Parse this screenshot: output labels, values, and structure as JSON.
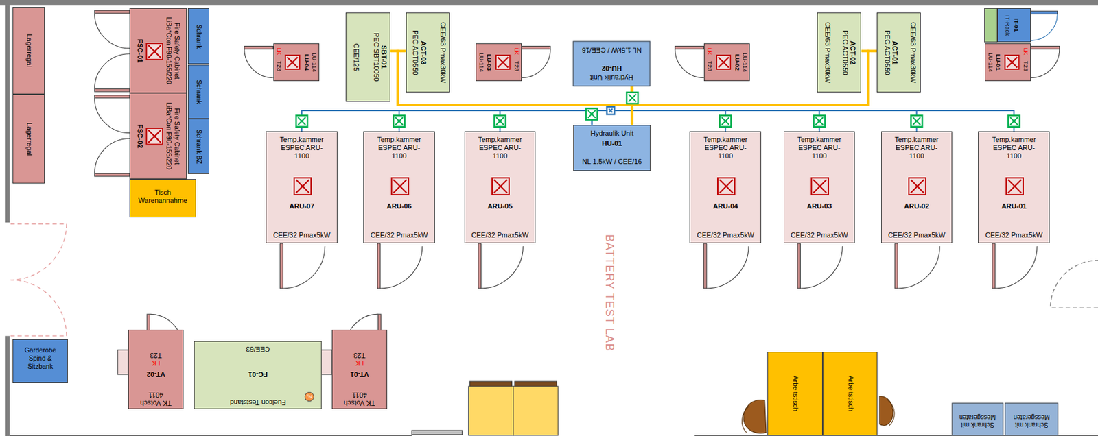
{
  "diagram": {
    "nodes": [
      {
        "text": [
          "Lagerregal"
        ]
      },
      {
        "text": [
          "Lagerregal"
        ]
      },
      {
        "text": [
          "Fire Safety Cabinet LiBa*Con F90-155/220",
          "FSC-01"
        ]
      },
      {
        "text": [
          "Schrank"
        ]
      },
      {
        "text": [
          "Schrank"
        ]
      },
      {
        "text": [
          "Schrank BZ"
        ]
      },
      {
        "text": [
          "Fire Safety Cabinet LiBa*Con F90-155/220",
          "FSC-02"
        ]
      },
      {
        "text": [
          "Tisch Warenannahme"
        ]
      },
      {
        "text": [
          "LU-114",
          "LU-04",
          "T23",
          "LK"
        ]
      },
      {
        "text": [
          "PEC SBT10050",
          "SBT-01",
          "CEE/125"
        ]
      },
      {
        "text": [
          "PEC ACT0550",
          "ACT-03",
          "CEE/63 Pmax30kW"
        ]
      },
      {
        "text": [
          "LU-114",
          "LU-03",
          "T23",
          "LK"
        ]
      },
      {
        "text": [
          "Hydraulik Unit",
          "HU-02",
          "NL 1.5kW / CEE/16"
        ]
      },
      {
        "text": [
          "Hydraulik Unit",
          "HU-01",
          "NL 1.5kW / CEE/16"
        ]
      },
      {
        "text": [
          "LU-114",
          "LU-02",
          "T23",
          "LK"
        ]
      },
      {
        "text": [
          "CEE/63 Pmax30kW",
          "PEC ACT0550",
          "ACT-02"
        ]
      },
      {
        "text": [
          "PEC ACT0550",
          "ACT-01",
          "CEE/63 Pmax30kW"
        ]
      },
      {
        "text": [
          "IT-Rack",
          "IT-01"
        ]
      },
      {
        "text": [
          "LU-114",
          "LU-01",
          "T23",
          "LK"
        ]
      },
      {
        "text": [
          "Temp.kammer ESPEC ARU-1100",
          "ARU-07",
          "CEE/32 Pmax5kW"
        ]
      },
      {
        "text": [
          "Temp.kammer ESPEC ARU-1100",
          "ARU-06",
          "CEE/32 Pmax5kW"
        ]
      },
      {
        "text": [
          "Temp.kammer ESPEC ARU-1100",
          "ARU-05",
          "CEE/32 Pmax5kW"
        ]
      },
      {
        "text": [
          "Temp.kammer ESPEC ARU-1100",
          "ARU-04",
          "CEE/32 Pmax5kW"
        ]
      },
      {
        "text": [
          "Temp.kammer ESPEC ARU-1100",
          "ARU-03",
          "CEE/32 Pmax5kW"
        ]
      },
      {
        "text": [
          "Temp.kammer ESPEC ARU-1100",
          "ARU-02",
          "CEE/32 Pmax5kW"
        ]
      },
      {
        "text": [
          "Temp.kammer ESPEC ARU-1100",
          "ARU-01",
          "CEE/32 Pmax5kW"
        ]
      },
      {
        "text": [
          "Garderobe Spind & Sitzbank"
        ]
      },
      {
        "text": [
          "T23",
          "LK",
          "VT-02",
          "TK Votsch 4011"
        ]
      },
      {
        "text": [
          "CEE/63",
          "FC-01",
          "Fuelcon Teststand"
        ]
      },
      {
        "text": [
          "N₂"
        ],
        "in": 28
      },
      {
        "text": [
          "T23",
          "LK",
          "VT-01",
          "TK Votsch 4011"
        ]
      },
      {
        "text": [
          "Arbeitstisch"
        ]
      },
      {
        "text": [
          "Arbeitstisch"
        ]
      },
      {
        "text": [
          "Schrank mit Messgeräten"
        ]
      },
      {
        "text": [
          "Schrank mit Messgeräten"
        ]
      }
    ],
    "edges": [
      {
        "from": 13,
        "to": 19,
        "arrow": "none"
      },
      {
        "from": 13,
        "to": 20,
        "arrow": "none"
      },
      {
        "from": 13,
        "to": 21,
        "arrow": "none"
      },
      {
        "from": 13,
        "to": 22,
        "arrow": "none"
      },
      {
        "from": 13,
        "to": 23,
        "arrow": "none"
      },
      {
        "from": 13,
        "to": 24,
        "arrow": "none"
      },
      {
        "from": 13,
        "to": 25,
        "arrow": "none"
      },
      {
        "from": 12,
        "to": 9,
        "arrow": "none"
      },
      {
        "from": 12,
        "to": 10,
        "arrow": "none"
      },
      {
        "from": 12,
        "to": 15,
        "arrow": "none"
      },
      {
        "from": 12,
        "to": 16,
        "arrow": "none"
      },
      {
        "from": 12,
        "to": 13,
        "arrow": "none"
      }
    ],
    "labels": [
      "BATTERY TEST LAB"
    ]
  }
}
